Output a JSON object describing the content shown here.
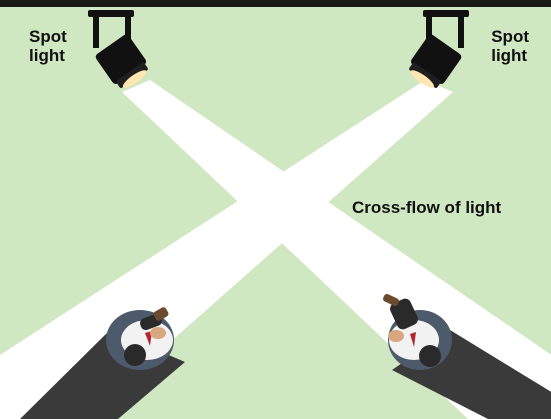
{
  "labels": {
    "spot_left_line1": "Spot",
    "spot_left_line2": "light",
    "spot_right_line1": "Spot",
    "spot_right_line2": "light",
    "cross_flow": "Cross-flow of light"
  },
  "colors": {
    "background": "#cfe8c2",
    "beam": "#ffffff",
    "lamp": "#111111",
    "lamp_glow": "#ffe6b3",
    "shadow": "#3a3a3a",
    "top_bar": "#1a1a1a",
    "shirt": "#f2f2f2",
    "hair": "#2a2a2a",
    "chair": "#4d5a6b",
    "tie": "#b3262e",
    "shoe": "#6b4a2e"
  },
  "icons": {
    "left_lamp": "spotlight-icon",
    "right_lamp": "spotlight-icon",
    "left_person": "seated-person-icon",
    "right_person": "seated-person-icon"
  }
}
